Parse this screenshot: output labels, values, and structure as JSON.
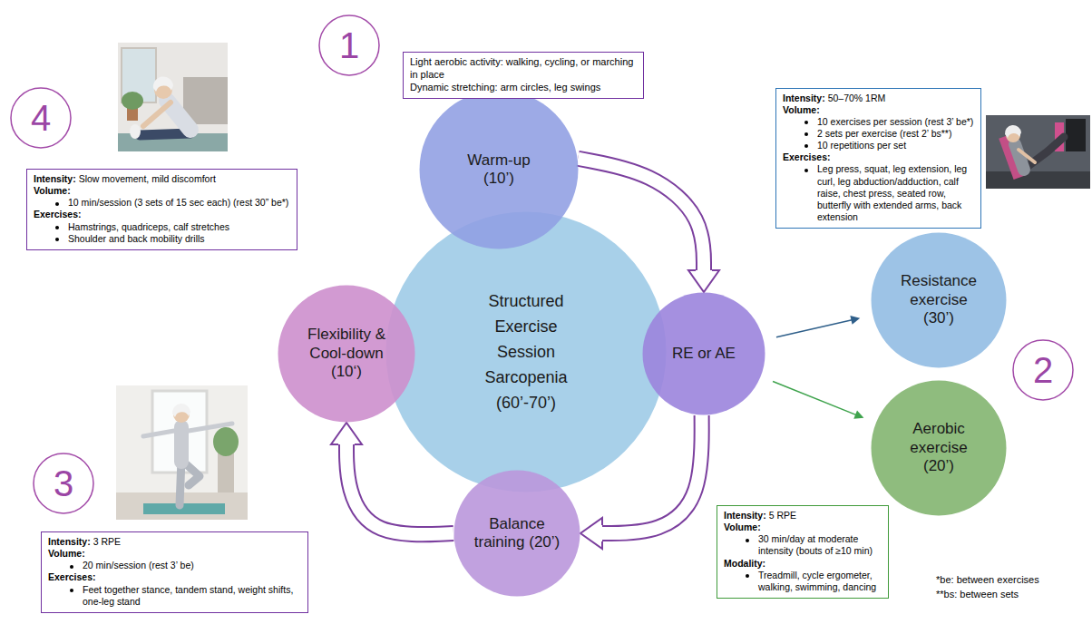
{
  "diagram": {
    "nodes": [
      {
        "text": [
          "Structured Exercise Session Sarcopenia (60’-70’)"
        ]
      },
      {
        "text": [
          "Warm-up (10’)"
        ]
      },
      {
        "text": [
          "RE or AE"
        ]
      },
      {
        "text": [
          "Balance training (20’)"
        ]
      },
      {
        "text": [
          "Flexibility & Cool-down (10‘)"
        ]
      },
      {
        "text": [
          "Resistance exercise (30’)"
        ]
      },
      {
        "text": [
          "Aerobic exercise (20’)"
        ]
      },
      {
        "text": [
          "Light aerobic activity: walking, cycling, or marching in place",
          "Dynamic stretching: arm circles, leg swings"
        ]
      },
      {
        "text": [
          "Intensity:",
          "50–70% 1RM",
          "Volume:",
          "10 exercises per session (rest 3’ be*)",
          "2 sets per exercise (rest 2’ bs**)",
          "10 repetitions per set",
          "Exercises:",
          "Leg press, squat, leg extension, leg curl, leg abduction/adduction, calf raise, chest press, seated row, butterfly with extended arms, back extension"
        ]
      },
      {
        "text": [
          "Intensity:",
          "5 RPE",
          "Volume:",
          "30 min/day at moderate intensity (bouts of ≥10 min)",
          "Modality:",
          "Treadmill, cycle ergometer, walking, swimming, dancing"
        ]
      },
      {
        "text": [
          "Intensity:",
          "3 RPE",
          "Volume:",
          "20 min/session (rest 3’ be)",
          "Exercises:",
          "Feet together stance, tandem stand, weight shifts, one-leg stand"
        ]
      },
      {
        "text": [
          "Intensity:",
          "Slow movement, mild discomfort",
          "Volume:",
          "10 min/session (3 sets of 15 sec each) (rest 30” be*)",
          "Exercises:",
          "Hamstrings, quadriceps, calf stretches",
          "Shoulder and back mobility drills"
        ]
      }
    ],
    "edges": [
      {
        "from": 1,
        "to": 2,
        "arrow": "to"
      },
      {
        "from": 2,
        "to": 3,
        "arrow": "to"
      },
      {
        "from": 3,
        "to": 4,
        "arrow": "to"
      },
      {
        "from": 2,
        "to": 5,
        "arrow": "to"
      },
      {
        "from": 2,
        "to": 6,
        "arrow": "to"
      }
    ],
    "labels": [
      "1",
      "2",
      "3",
      "4",
      "*be: between exercises",
      "**bs: between sets"
    ]
  }
}
